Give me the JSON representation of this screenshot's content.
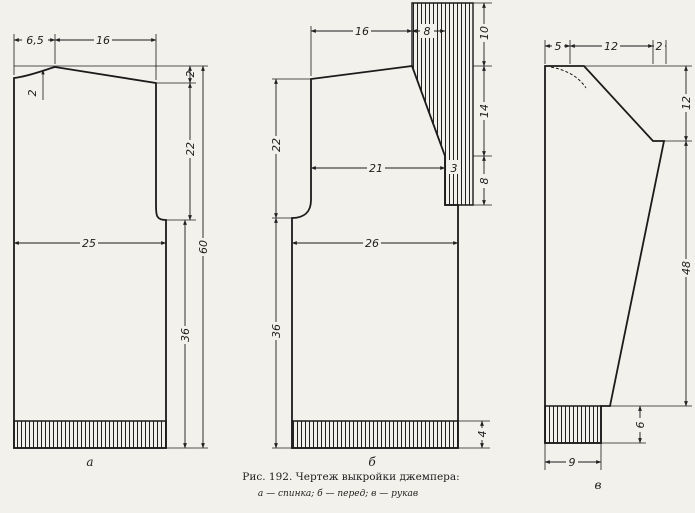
{
  "caption": {
    "title": "Рис. 192. Чертеж выкройки джемпера:",
    "legend": "а — спинка; б — перед; в — рукав"
  },
  "panels": {
    "back": {
      "label": "а",
      "dims": {
        "shoulder_offset": "6,5",
        "shoulder_width": "16",
        "neck_depth": "2",
        "shoulder_drop": "2",
        "armhole": "22",
        "total_length": "60",
        "half_width": "25",
        "side": "36"
      }
    },
    "front": {
      "label": "б",
      "dims": {
        "shoulder_width": "16",
        "collar_width": "8",
        "collar_top": "10",
        "collar_mid": "14",
        "collar_base": "3",
        "collar_bottom": "8",
        "armhole": "22",
        "neck_line": "21",
        "half_width": "26",
        "side": "36",
        "rib": "4"
      }
    },
    "sleeve": {
      "label": "в",
      "dims": {
        "top_offset": "5",
        "top_width": "12",
        "top_end": "2",
        "cap_depth": "12",
        "length": "48",
        "cuff_height": "6",
        "cuff_width": "9"
      }
    }
  }
}
